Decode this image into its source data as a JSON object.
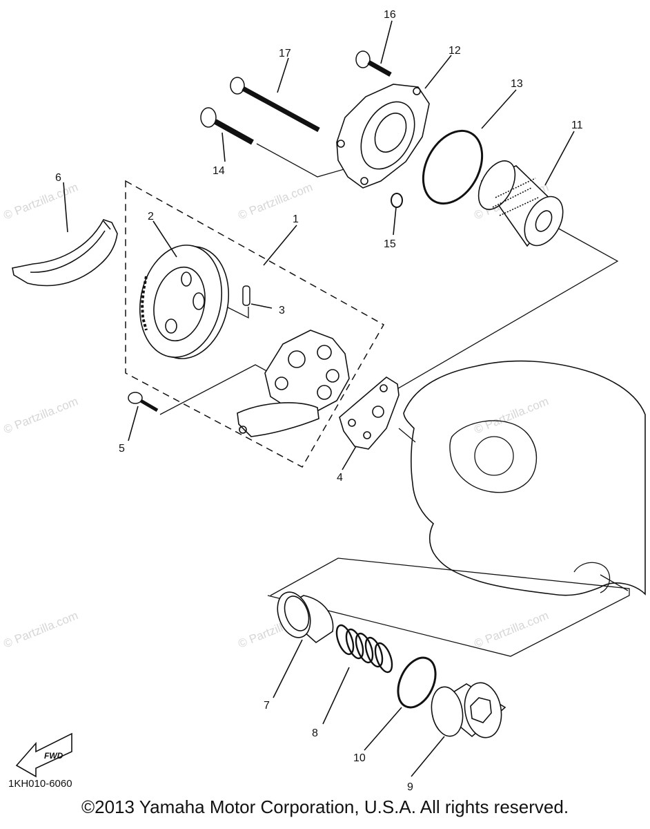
{
  "diagram": {
    "drawing_code": "1KH010-6060",
    "copyright": "©2013 Yamaha Motor Corporation, U.S.A. All rights reserved.",
    "direction_badge": "FWD",
    "watermark": "© Partzilla.com",
    "callouts": [
      "1",
      "2",
      "3",
      "4",
      "5",
      "6",
      "7",
      "8",
      "9",
      "10",
      "11",
      "12",
      "13",
      "14",
      "15",
      "16",
      "17"
    ]
  }
}
